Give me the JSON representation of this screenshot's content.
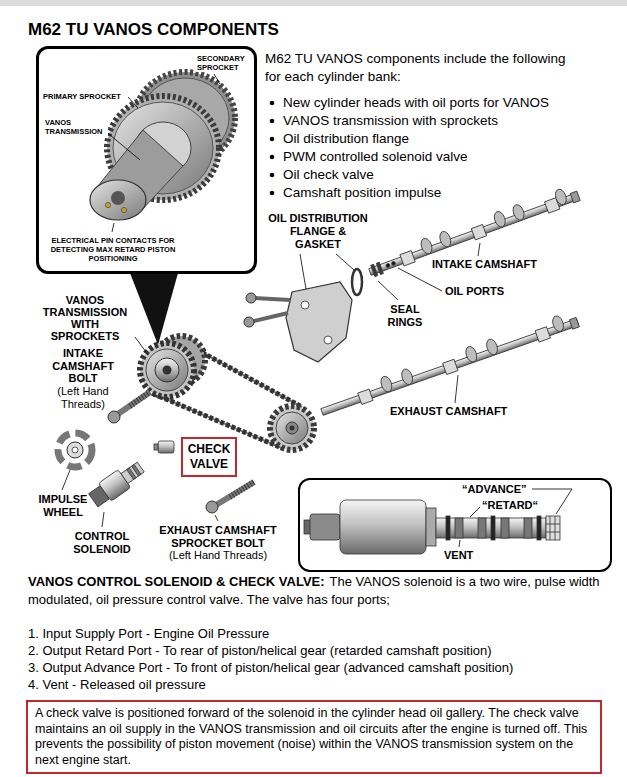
{
  "diagram": {
    "title": "M62 TU VANOS COMPONENTS",
    "nodes": [
      {
        "text": [
          "PRIMARY SPROCKET",
          "SECONDARY SPROCKET",
          "VANOS TRANSMISSION",
          "ELECTRICAL PIN CONTACTS FOR DETECTING MAX RETARD PISTON POSITIONING"
        ]
      },
      {
        "text": [
          "CHECK VALVE"
        ]
      },
      {
        "text": [
          "“ADVANCE”",
          "“RETARD“",
          "VENT"
        ]
      },
      {
        "text": [
          "A check valve is positioned forward of the solenoid in the cylinder head oil gallery. The check valve maintains an oil supply in the VANOS transmission and oil circuits after the engine is turned off. This prevents the possibility of piston movement (noise) within the VANOS transmission system on the next engine start."
        ]
      }
    ],
    "labels": [
      "M62 TU VANOS components include the following for each cylinder bank:",
      "New cylinder heads with oil ports for VANOS",
      "VANOS transmission with sprockets",
      "Oil distribution flange",
      "PWM controlled solenoid valve",
      "Oil check valve",
      "Camshaft position impulse",
      "OIL DISTRIBUTION FLANGE & GASKET",
      "INTAKE CAMSHAFT",
      "OIL PORTS",
      "VANOS TRANSMISSION WITH SPROCKETS",
      "SEAL RINGS",
      "INTAKE CAMSHAFT BOLT",
      "(Left Hand Threads)",
      "EXHAUST CAMSHAFT",
      "IMPULSE WHEEL",
      "CONTROL SOLENOID",
      "EXHAUST CAMSHAFT SPROCKET BOLT",
      "(Left Hand Threads)",
      "VANOS CONTROL SOLENOID & CHECK VALVE:",
      "The VANOS solenoid is a two wire, pulse width modulated, oil pressure control valve. The valve has four ports;",
      "1. Input Supply Port - Engine Oil Pressure",
      "2. Output Retard Port - To rear of piston/helical gear (retarded camshaft position)",
      "3. Output Advance Port - To front of piston/helical gear (advanced camshaft position)",
      "4. Vent - Released oil pressure"
    ]
  }
}
